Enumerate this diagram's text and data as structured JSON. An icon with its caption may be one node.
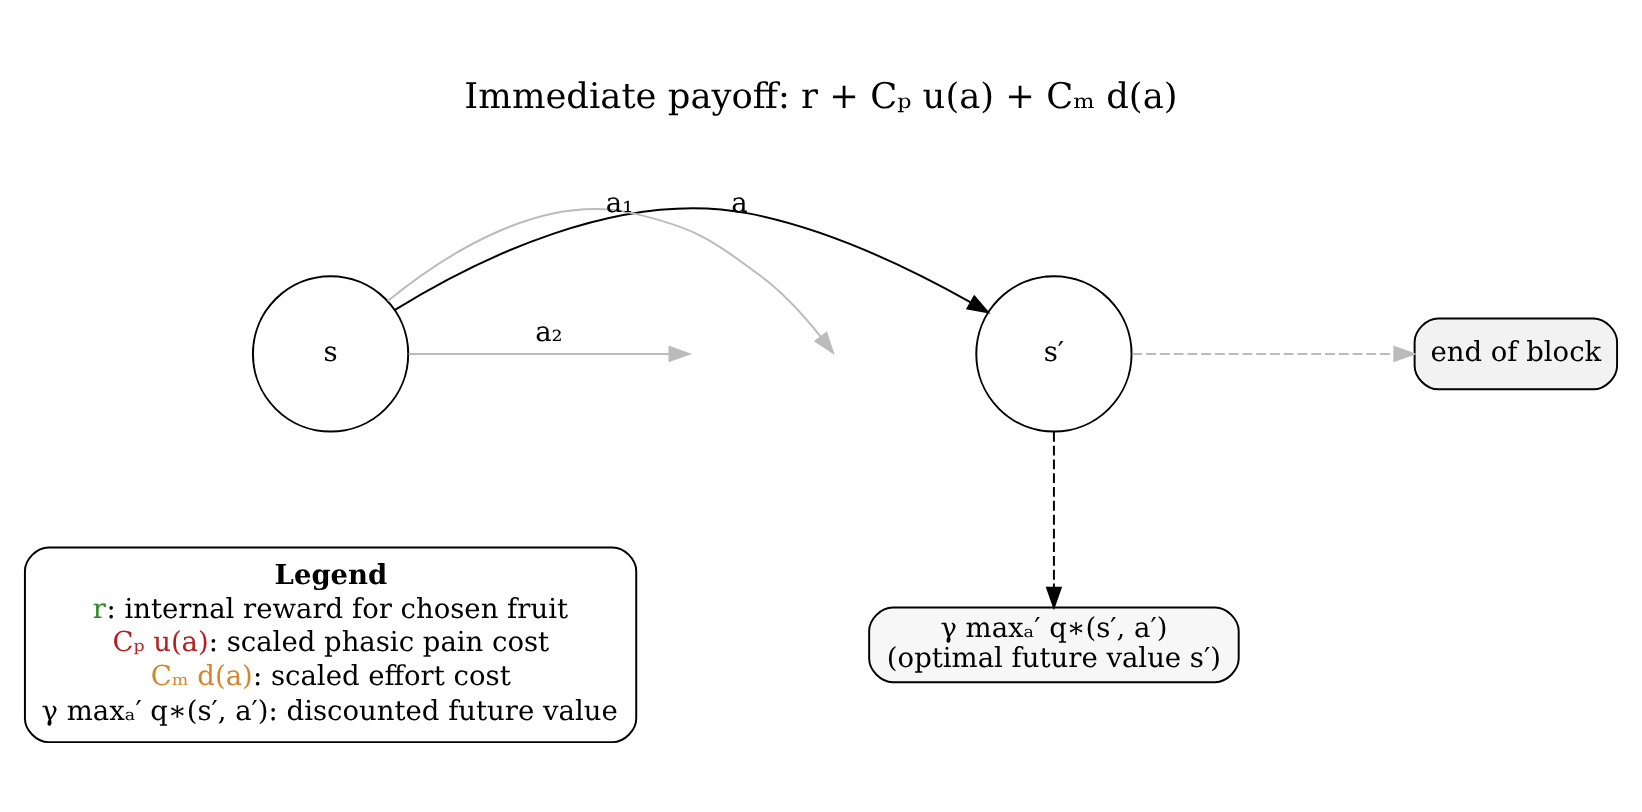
{
  "diagram": {
    "title": "Immediate payoff: r + Cₚ u(a) + Cₘ d(a)",
    "nodes": [
      {
        "text": [
          "s"
        ]
      },
      {
        "text": [
          "s′"
        ]
      },
      {
        "text": [
          "end of block"
        ]
      },
      {
        "text": [
          "γ maxₐ′ q∗(s′, a′)",
          "(optimal future value s′)"
        ]
      }
    ],
    "edges": [
      {
        "from": 0,
        "to": null,
        "arrow": "to",
        "label": "a₁",
        "color": "#bbbbbb"
      },
      {
        "from": 0,
        "to": 1,
        "arrow": "to",
        "label": "a",
        "color": "#000000"
      },
      {
        "from": 0,
        "to": null,
        "arrow": "to",
        "label": "a₂",
        "color": "#bbbbbb"
      },
      {
        "from": 1,
        "to": 2,
        "arrow": "to",
        "style": "dashed",
        "color": "#bbbbbb"
      },
      {
        "from": 1,
        "to": 3,
        "arrow": "to",
        "style": "dashed",
        "color": "#000000"
      }
    ],
    "labels": [
      "Legend"
    ],
    "legend": [
      {
        "text": "r: internal reward for chosen fruit",
        "color": "#2a8a2a"
      },
      {
        "text": "Cₚ u(a): scaled phasic pain cost",
        "color": "#b22222"
      },
      {
        "text": "Cₘ d(a): scaled effort cost",
        "color": "#d4862a"
      },
      {
        "text": "γ maxₐ′ q∗(s′, a′): discounted future value"
      }
    ]
  }
}
